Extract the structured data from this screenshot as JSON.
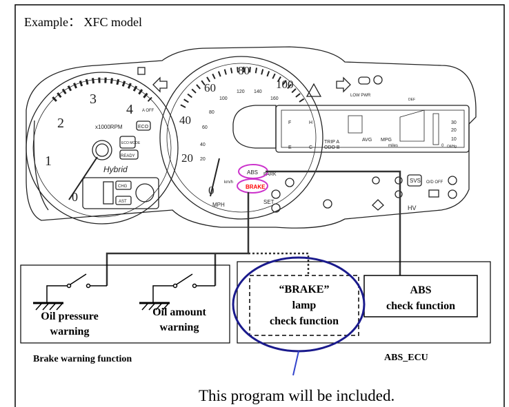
{
  "title": "Example： XFC model",
  "cluster": {
    "tach_unit": "x1000RPM",
    "tach_numbers": [
      "1",
      "2",
      "3",
      "4"
    ],
    "tach_zero": "0",
    "speed_numbers": [
      "20",
      "40",
      "60",
      "80",
      "100"
    ],
    "speed_zero": "0",
    "kmh_numbers": [
      "20",
      "40",
      "60",
      "80",
      "100",
      "120",
      "140",
      "160"
    ],
    "speed_unit": "MPH",
    "kmh_unit": "km/h",
    "hybrid_logo": "Hybrid",
    "eco_label": "ECO",
    "eco_mode_label": "ECO MODE",
    "ready_label": "READY",
    "a_off_label": "A OFF",
    "chg_label": "CHG",
    "ast_label": "AST",
    "abs_lamp": "ABS",
    "park_lamp": "PARK",
    "brake_lamp": "BRAKE",
    "set_label": "SET",
    "svs_label": "SVS",
    "od_off_label": "O/D OFF",
    "hv_label": "HV",
    "low_pwr_label": "LOW PWR",
    "def_label": "DEF",
    "trip_label": "TRIP A",
    "odo_label": "ODO B",
    "avg_mpg_label": "AVG",
    "instant_mpg_label": "MPG",
    "miles_label": "miles",
    "temp_high": "H",
    "temp_cold": "C",
    "fuel_f": "F",
    "fuel_e": "E",
    "gauge_30": "30",
    "gauge_20": "20",
    "gauge_10": "10",
    "gauge_0": "0",
    "gauge_unit": "Oil/Hg"
  },
  "brake_warning": {
    "switch1_label": "Oil pressure\nwarning",
    "switch1_line1": "Oil pressure",
    "switch1_line2": "warning",
    "switch2_line1": "Oil amount",
    "switch2_line2": "warning",
    "caption": "Brake warning function"
  },
  "abs_ecu": {
    "brake_check_line1": "“BRAKE”",
    "brake_check_line2": "lamp",
    "brake_check_line3": "check function",
    "abs_check_line1": "ABS",
    "abs_check_line2": "check function",
    "caption": "ABS_ECU"
  },
  "note": "This program will be included.",
  "colors": {
    "highlight": "#cc33cc",
    "brake_lamp": "#ff0000",
    "callout": "#1a1a8c"
  }
}
